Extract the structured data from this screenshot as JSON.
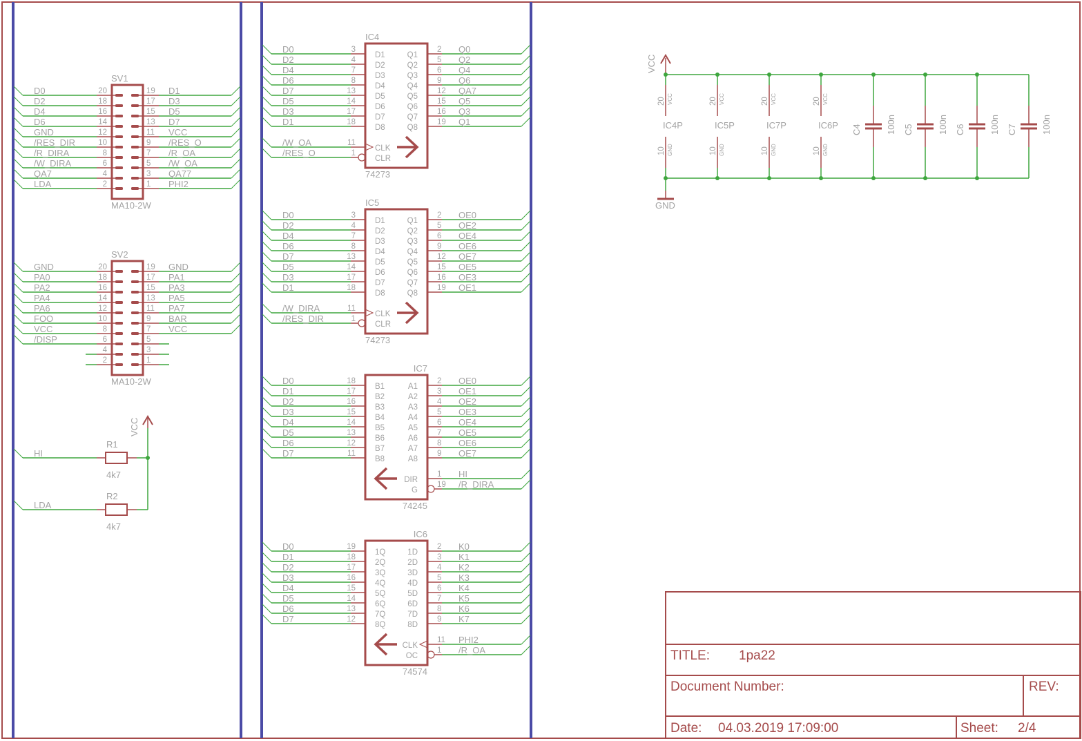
{
  "colors": {
    "wire": "#3ea63e",
    "part": "#a54b4b",
    "bus": "#4b4ba6",
    "text": "#a3a3a3",
    "frame": "#a54b4b"
  },
  "connectors": [
    {
      "name": "SV1",
      "value": "MA10-2W",
      "rows": [
        {
          "l_num": "20",
          "l_net": "D0",
          "r_num": "19",
          "r_net": "D1"
        },
        {
          "l_num": "18",
          "l_net": "D2",
          "r_num": "17",
          "r_net": "D3"
        },
        {
          "l_num": "16",
          "l_net": "D4",
          "r_num": "15",
          "r_net": "D5"
        },
        {
          "l_num": "14",
          "l_net": "D6",
          "r_num": "13",
          "r_net": "D7"
        },
        {
          "l_num": "12",
          "l_net": "GND",
          "r_num": "11",
          "r_net": "VCC"
        },
        {
          "l_num": "10",
          "l_net": "/RES_DIR",
          "r_num": "9",
          "r_net": "/RES_O"
        },
        {
          "l_num": "8",
          "l_net": "/R_DIRA",
          "r_num": "7",
          "r_net": "/R_OA"
        },
        {
          "l_num": "6",
          "l_net": "/W_DIRA",
          "r_num": "5",
          "r_net": "/W_OA"
        },
        {
          "l_num": "4",
          "l_net": "QA7",
          "r_num": "3",
          "r_net": "QA77"
        },
        {
          "l_num": "2",
          "l_net": "LDA",
          "r_num": "1",
          "r_net": "PHI2"
        }
      ]
    },
    {
      "name": "SV2",
      "value": "MA10-2W",
      "rows": [
        {
          "l_num": "20",
          "l_net": "GND",
          "r_num": "19",
          "r_net": "GND"
        },
        {
          "l_num": "18",
          "l_net": "PA0",
          "r_num": "17",
          "r_net": "PA1"
        },
        {
          "l_num": "16",
          "l_net": "PA2",
          "r_num": "15",
          "r_net": "PA3"
        },
        {
          "l_num": "14",
          "l_net": "PA4",
          "r_num": "13",
          "r_net": "PA5"
        },
        {
          "l_num": "12",
          "l_net": "PA6",
          "r_num": "11",
          "r_net": "PA7"
        },
        {
          "l_num": "10",
          "l_net": "FOO",
          "r_num": "9",
          "r_net": "BAR"
        },
        {
          "l_num": "8",
          "l_net": "VCC",
          "r_num": "7",
          "r_net": "VCC"
        },
        {
          "l_num": "6",
          "l_net": "/DISP",
          "r_num": "5",
          "r_net": ""
        },
        {
          "l_num": "4",
          "l_net": "",
          "r_num": "3",
          "r_net": ""
        },
        {
          "l_num": "2",
          "l_net": "",
          "r_num": "1",
          "r_net": ""
        }
      ]
    }
  ],
  "resistors": {
    "vcc_label": "VCC",
    "parts": [
      {
        "name": "R1",
        "value": "4k7",
        "net": "HI"
      },
      {
        "name": "R2",
        "value": "4k7",
        "net": "LDA"
      }
    ]
  },
  "ics": [
    {
      "name": "IC4",
      "value": "74273",
      "arrow": "right",
      "rows": [
        {
          "l_net": "D0",
          "l_num": "3",
          "l_pin": "D1",
          "r_pin": "Q1",
          "r_num": "2",
          "r_net": "Q0"
        },
        {
          "l_net": "D2",
          "l_num": "4",
          "l_pin": "D2",
          "r_pin": "Q2",
          "r_num": "5",
          "r_net": "Q2"
        },
        {
          "l_net": "D4",
          "l_num": "7",
          "l_pin": "D3",
          "r_pin": "Q3",
          "r_num": "6",
          "r_net": "Q4"
        },
        {
          "l_net": "D6",
          "l_num": "8",
          "l_pin": "D4",
          "r_pin": "Q4",
          "r_num": "9",
          "r_net": "Q6"
        },
        {
          "l_net": "D7",
          "l_num": "13",
          "l_pin": "D5",
          "r_pin": "Q5",
          "r_num": "12",
          "r_net": "QA7"
        },
        {
          "l_net": "D5",
          "l_num": "14",
          "l_pin": "D6",
          "r_pin": "Q6",
          "r_num": "15",
          "r_net": "Q5"
        },
        {
          "l_net": "D3",
          "l_num": "17",
          "l_pin": "D7",
          "r_pin": "Q7",
          "r_num": "16",
          "r_net": "Q3"
        },
        {
          "l_net": "D1",
          "l_num": "18",
          "l_pin": "D8",
          "r_pin": "Q8",
          "r_num": "19",
          "r_net": "Q1"
        }
      ],
      "ctrl": [
        {
          "side": "left",
          "type": "clk",
          "pin": "CLK",
          "num": "11",
          "net": "/W_OA"
        },
        {
          "side": "left",
          "type": "inv",
          "pin": "CLR",
          "num": "1",
          "net": "/RES_O"
        }
      ]
    },
    {
      "name": "IC5",
      "value": "74273",
      "arrow": "right",
      "rows": [
        {
          "l_net": "D0",
          "l_num": "3",
          "l_pin": "D1",
          "r_pin": "Q1",
          "r_num": "2",
          "r_net": "OE0"
        },
        {
          "l_net": "D2",
          "l_num": "4",
          "l_pin": "D2",
          "r_pin": "Q2",
          "r_num": "5",
          "r_net": "OE2"
        },
        {
          "l_net": "D4",
          "l_num": "7",
          "l_pin": "D3",
          "r_pin": "Q3",
          "r_num": "6",
          "r_net": "OE4"
        },
        {
          "l_net": "D6",
          "l_num": "8",
          "l_pin": "D4",
          "r_pin": "Q4",
          "r_num": "9",
          "r_net": "OE6"
        },
        {
          "l_net": "D7",
          "l_num": "13",
          "l_pin": "D5",
          "r_pin": "Q5",
          "r_num": "12",
          "r_net": "OE7"
        },
        {
          "l_net": "D5",
          "l_num": "14",
          "l_pin": "D6",
          "r_pin": "Q6",
          "r_num": "15",
          "r_net": "OE5"
        },
        {
          "l_net": "D3",
          "l_num": "17",
          "l_pin": "D7",
          "r_pin": "Q7",
          "r_num": "16",
          "r_net": "OE3"
        },
        {
          "l_net": "D1",
          "l_num": "18",
          "l_pin": "D8",
          "r_pin": "Q8",
          "r_num": "19",
          "r_net": "OE1"
        }
      ],
      "ctrl": [
        {
          "side": "left",
          "type": "clk",
          "pin": "CLK",
          "num": "11",
          "net": "/W_DIRA"
        },
        {
          "side": "left",
          "type": "inv",
          "pin": "CLR",
          "num": "1",
          "net": "/RES_DIR"
        }
      ]
    },
    {
      "name": "IC7",
      "value": "74245",
      "arrow": "left",
      "rows": [
        {
          "l_net": "D0",
          "l_num": "18",
          "l_pin": "B1",
          "r_pin": "A1",
          "r_num": "2",
          "r_net": "OE0"
        },
        {
          "l_net": "D1",
          "l_num": "17",
          "l_pin": "B2",
          "r_pin": "A2",
          "r_num": "3",
          "r_net": "OE1"
        },
        {
          "l_net": "D2",
          "l_num": "16",
          "l_pin": "B3",
          "r_pin": "A3",
          "r_num": "4",
          "r_net": "OE2"
        },
        {
          "l_net": "D3",
          "l_num": "15",
          "l_pin": "B4",
          "r_pin": "A4",
          "r_num": "5",
          "r_net": "OE3"
        },
        {
          "l_net": "D4",
          "l_num": "14",
          "l_pin": "B5",
          "r_pin": "A5",
          "r_num": "6",
          "r_net": "OE4"
        },
        {
          "l_net": "D5",
          "l_num": "13",
          "l_pin": "B6",
          "r_pin": "A6",
          "r_num": "7",
          "r_net": "OE5"
        },
        {
          "l_net": "D6",
          "l_num": "12",
          "l_pin": "B7",
          "r_pin": "A7",
          "r_num": "8",
          "r_net": "OE6"
        },
        {
          "l_net": "D7",
          "l_num": "11",
          "l_pin": "B8",
          "r_pin": "A8",
          "r_num": "9",
          "r_net": "OE7"
        }
      ],
      "ctrl": [
        {
          "side": "right",
          "type": "",
          "pin": "DIR",
          "num": "1",
          "net": "HI"
        },
        {
          "side": "right",
          "type": "inv",
          "pin": "G",
          "num": "19",
          "net": "/R_DIRA"
        }
      ]
    },
    {
      "name": "IC6",
      "value": "74574",
      "arrow": "left",
      "rows": [
        {
          "l_net": "D0",
          "l_num": "19",
          "l_pin": "1Q",
          "r_pin": "1D",
          "r_num": "2",
          "r_net": "K0"
        },
        {
          "l_net": "D1",
          "l_num": "18",
          "l_pin": "2Q",
          "r_pin": "2D",
          "r_num": "3",
          "r_net": "K1"
        },
        {
          "l_net": "D2",
          "l_num": "17",
          "l_pin": "3Q",
          "r_pin": "3D",
          "r_num": "4",
          "r_net": "K2"
        },
        {
          "l_net": "D3",
          "l_num": "16",
          "l_pin": "4Q",
          "r_pin": "4D",
          "r_num": "5",
          "r_net": "K3"
        },
        {
          "l_net": "D4",
          "l_num": "15",
          "l_pin": "5Q",
          "r_pin": "5D",
          "r_num": "6",
          "r_net": "K4"
        },
        {
          "l_net": "D5",
          "l_num": "14",
          "l_pin": "6Q",
          "r_pin": "6D",
          "r_num": "7",
          "r_net": "K5"
        },
        {
          "l_net": "D6",
          "l_num": "13",
          "l_pin": "7Q",
          "r_pin": "7D",
          "r_num": "8",
          "r_net": "K6"
        },
        {
          "l_net": "D7",
          "l_num": "12",
          "l_pin": "8Q",
          "r_pin": "8D",
          "r_num": "9",
          "r_net": "K7"
        }
      ],
      "ctrl": [
        {
          "side": "right",
          "type": "clk",
          "pin": "CLK",
          "num": "11",
          "net": "PHI2"
        },
        {
          "side": "right",
          "type": "inv",
          "pin": "OC",
          "num": "1",
          "net": "/R_OA"
        }
      ]
    }
  ],
  "power": {
    "vcc_label": "VCC",
    "gnd_label": "GND",
    "parts": [
      {
        "name": "IC4P",
        "vcc_num": "20",
        "vcc_pin": "VCC",
        "gnd_num": "10",
        "gnd_pin": "GND"
      },
      {
        "name": "IC5P",
        "vcc_num": "20",
        "vcc_pin": "VCC",
        "gnd_num": "10",
        "gnd_pin": "GND"
      },
      {
        "name": "IC7P",
        "vcc_num": "20",
        "vcc_pin": "VCC",
        "gnd_num": "10",
        "gnd_pin": "GND"
      },
      {
        "name": "IC6P",
        "vcc_num": "20",
        "vcc_pin": "VCC",
        "gnd_num": "10",
        "gnd_pin": "GND"
      }
    ],
    "caps": [
      {
        "name": "C4",
        "value": "100n"
      },
      {
        "name": "C5",
        "value": "100n"
      },
      {
        "name": "C6",
        "value": "100n"
      },
      {
        "name": "C7",
        "value": "100n"
      }
    ]
  },
  "title_block": {
    "title_label": "TITLE:",
    "title": "1pa22",
    "doc_label": "Document Number:",
    "rev_label": "REV:",
    "date_label": "Date:",
    "date": "04.03.2019 17:09:00",
    "sheet_label": "Sheet:",
    "sheet": "2/4"
  }
}
